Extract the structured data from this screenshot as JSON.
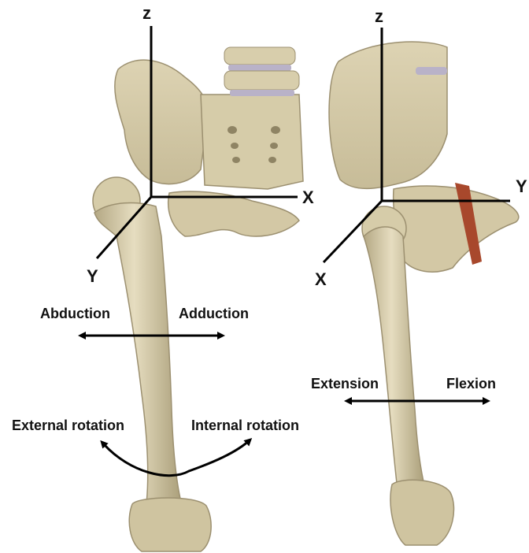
{
  "left_view": {
    "axes": {
      "z": "z",
      "x": "X",
      "y": "Y"
    },
    "motions": {
      "abduction": "Abduction",
      "adduction": "Adduction",
      "external_rotation": "External rotation",
      "internal_rotation": "Internal rotation"
    }
  },
  "right_view": {
    "axes": {
      "z": "z",
      "x": "X",
      "y": "Y"
    },
    "motions": {
      "extension": "Extension",
      "flexion": "Flexion"
    }
  },
  "colors": {
    "bone": "#d9cfae",
    "bone_shadow": "#a99d78",
    "bone_dark": "#7e7355",
    "disc": "#b9b2c8",
    "ligament": "#a8482c",
    "text": "#111111"
  }
}
